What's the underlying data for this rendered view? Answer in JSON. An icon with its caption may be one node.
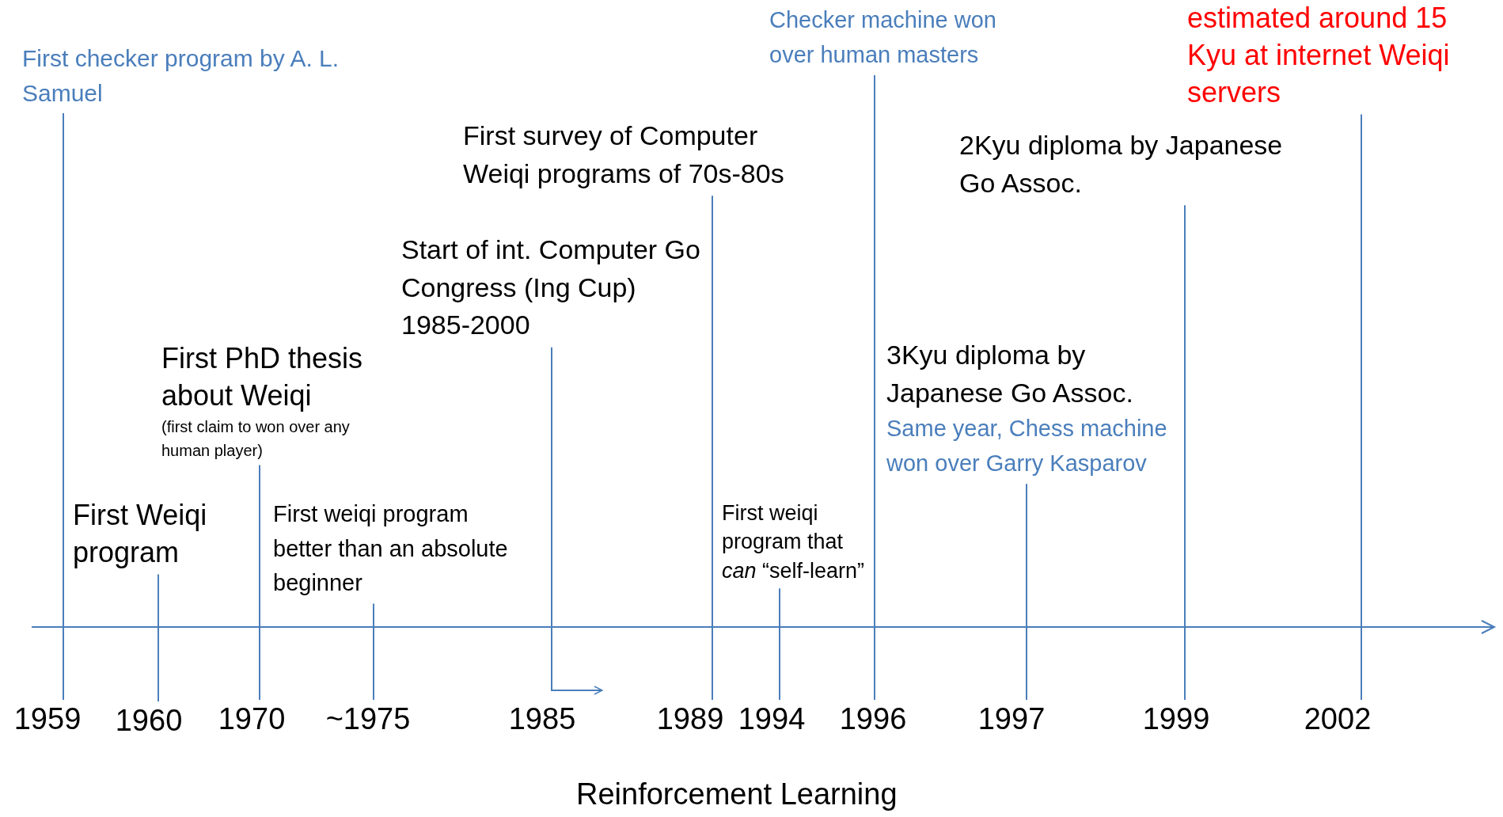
{
  "diagram": {
    "nodes": [
      {
        "text": [
          "First checker program by A. L. Samuel"
        ]
      },
      {
        "text": [
          "First PhD thesis about Weiqi",
          "(first claim to won over any human player)"
        ]
      },
      {
        "text": [
          "First Weiqi program"
        ]
      },
      {
        "text": [
          "First weiqi program better than an absolute beginner"
        ]
      },
      {
        "text": [
          "Start of int. Computer Go Congress (Ing Cup) 1985-2000"
        ]
      },
      {
        "text": [
          "First survey of Computer Weiqi programs of 70s-80s"
        ]
      },
      {
        "text": [
          "First weiqi program that *can* “self-learn”"
        ]
      },
      {
        "text": [
          "Checker machine won over human masters"
        ]
      },
      {
        "text": [
          "3Kyu diploma by Japanese Go Assoc.",
          "Same year, Chess machine won over Garry Kasparov"
        ]
      },
      {
        "text": [
          "2Kyu diploma by Japanese Go Assoc."
        ]
      },
      {
        "text": [
          "estimated around 15 Kyu at internet Weiqi servers"
        ]
      },
      {
        "text": [
          "1959"
        ]
      },
      {
        "text": [
          "1960"
        ]
      },
      {
        "text": [
          "1970"
        ]
      },
      {
        "text": [
          "~1975"
        ]
      },
      {
        "text": [
          "1985"
        ]
      },
      {
        "text": [
          "1989"
        ]
      },
      {
        "text": [
          "1994"
        ]
      },
      {
        "text": [
          "1996"
        ]
      },
      {
        "text": [
          "1997"
        ]
      },
      {
        "text": [
          "1999"
        ]
      },
      {
        "text": [
          "2002"
        ]
      }
    ],
    "edges": [
      {
        "from": 0,
        "to": 11,
        "arrow": "none"
      },
      {
        "from": 2,
        "to": 12,
        "arrow": "none"
      },
      {
        "from": 1,
        "to": 13,
        "arrow": "none"
      },
      {
        "from": 3,
        "to": 14,
        "arrow": "none"
      },
      {
        "from": 4,
        "to": 15,
        "arrow": "to"
      },
      {
        "from": 5,
        "to": 16,
        "arrow": "none"
      },
      {
        "from": 6,
        "to": 17,
        "arrow": "none"
      },
      {
        "from": 7,
        "to": 18,
        "arrow": "none"
      },
      {
        "from": 8,
        "to": 19,
        "arrow": "none"
      },
      {
        "from": 9,
        "to": 20,
        "arrow": "none"
      },
      {
        "from": 10,
        "to": 21,
        "arrow": "none"
      }
    ],
    "labels": [
      "Reinforcement Learning"
    ]
  }
}
